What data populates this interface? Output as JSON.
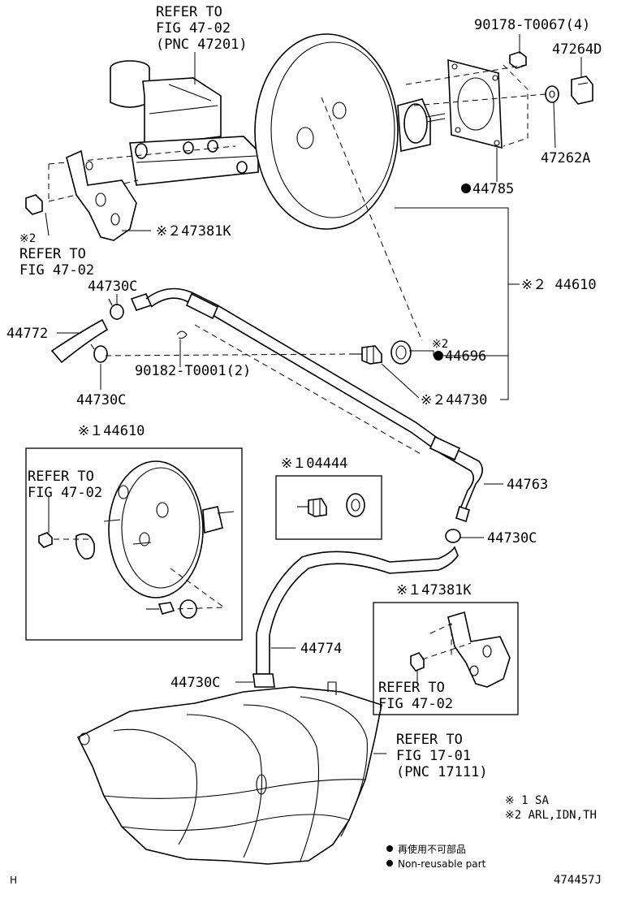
{
  "labels": {
    "refer_master_cyl": [
      "REFER TO",
      "FIG 47-02",
      "(PNC 47201)"
    ],
    "bolt_90178": "90178-T0067(4)",
    "part_47264D": "47264D",
    "part_47262A": "47262A",
    "part_44785": "44785",
    "note2_left": "※2",
    "refer_left": [
      "REFER TO",
      "FIG 47-02"
    ],
    "part_47381K_top": "※２47381K",
    "part_44730C_a": "44730C",
    "part_44772": "44772",
    "clip_90182": "90182-T0001(2)",
    "part_44730C_b": "44730C",
    "part_44610_top": "※２ 44610",
    "note2_mid": "※2",
    "part_44696": "44696",
    "part_44730": "※２44730",
    "part_44610_box": "※１44610",
    "refer_box": [
      "REFER TO",
      "FIG 47-02"
    ],
    "part_04444": "※１04444",
    "part_44763": "44763",
    "part_44730C_c": "44730C",
    "part_47381K_box": "※１47381K",
    "refer_bracket_box": [
      "REFER TO",
      "FIG 47-02"
    ],
    "part_44774": "44774",
    "part_44730C_d": "44730C",
    "refer_manifold": [
      "REFER TO",
      "FIG 17-01",
      "(PNC 17111)"
    ],
    "legend_sa": "※ 1 SA",
    "legend_arl": "※2  ARL,IDN,TH",
    "legend_nonreuse_jp": "再使用不可部品",
    "legend_nonreuse_en": "Non-reusable part",
    "corner_mark": "H",
    "figure_number": "474457J"
  }
}
